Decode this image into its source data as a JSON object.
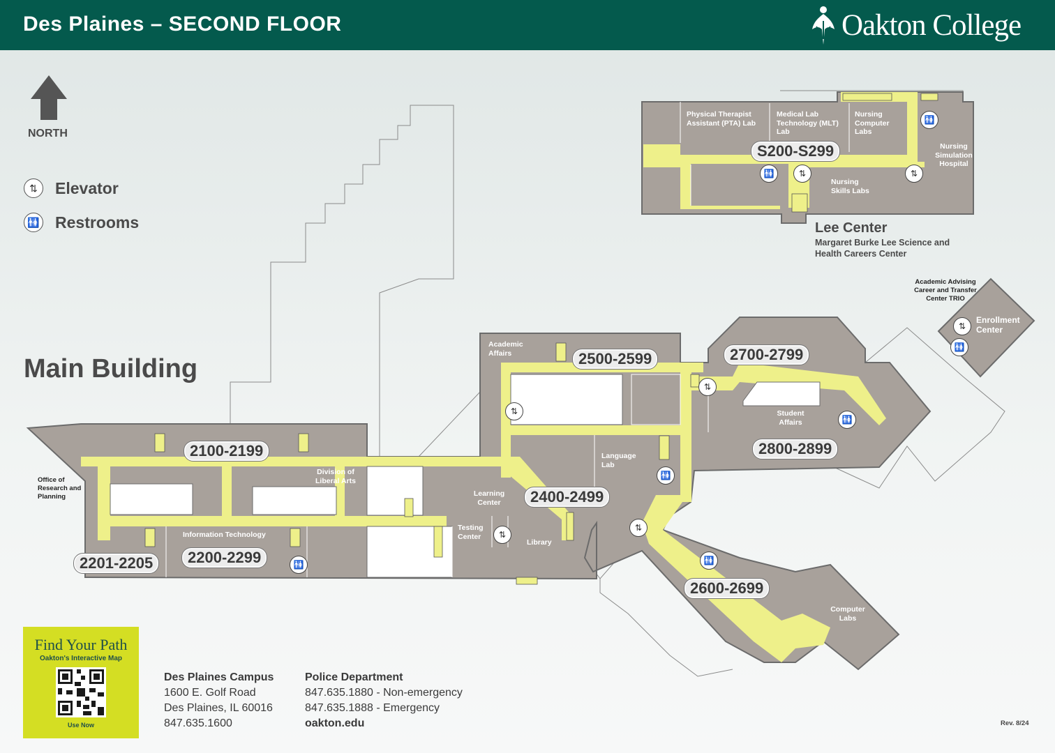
{
  "header": {
    "title": "Des Plaines – SECOND FLOOR",
    "logo_text": "Oakton College",
    "bg_color": "#045a4d"
  },
  "compass": {
    "label": "NORTH",
    "icon": "north-arrow-icon"
  },
  "legend": [
    {
      "icon": "elevator-icon",
      "label": "Elevator"
    },
    {
      "icon": "restroom-icon",
      "label": "Restrooms"
    }
  ],
  "buildings": {
    "main": "Main Building",
    "lee": {
      "title": "Lee Center",
      "subtitle": "Margaret Burke Lee Science and Health Careers Center"
    }
  },
  "room_ranges": {
    "r2100": "2100-2199",
    "r2200": "2200-2299",
    "r2201": "2201-2205",
    "r2400": "2400-2499",
    "r2500": "2500-2599",
    "r2600": "2600-2699",
    "r2700": "2700-2799",
    "r2800": "2800-2899",
    "rS200": "S200-S299"
  },
  "rooms": {
    "pta": "Physical Therapist Assistant (PTA) Lab",
    "mlt": "Medical Lab Technology (MLT) Lab",
    "nursing_computer": "Nursing Computer Labs",
    "nursing_sim": "Nursing Simulation Hospital",
    "nursing_skills": "Nursing Skills Labs",
    "academic_advising": "Academic Advising Career and Transfer Center TRIO",
    "enrollment": "Enrollment Center",
    "academic_affairs": "Academic Affairs",
    "student_affairs": "Student Affairs",
    "language_lab": "Language Lab",
    "learning_center": "Learning Center",
    "testing_center": "Testing Center",
    "library": "Library",
    "division_liberal_arts": "Division of Liberal Arts",
    "info_tech": "Information Technology",
    "office_research": "Office of Research and Planning",
    "computer_labs": "Computer Labs"
  },
  "colors": {
    "building": "#a8a19b",
    "corridor": "#eef08a",
    "outline": "#6b6b6b"
  },
  "qr": {
    "title": "Find Your Path",
    "subtitle": "Oakton's Interactive Map",
    "cta": "Use Now",
    "bg_color": "#d4de23"
  },
  "campus": {
    "name": "Des Plaines Campus",
    "address1": "1600 E. Golf Road",
    "address2": "Des Plaines, IL 60016",
    "phone": "847.635.1600"
  },
  "police": {
    "name": "Police Department",
    "line1": "847.635.1880 - Non-emergency",
    "line2": "847.635.1888 - Emergency",
    "website": "oakton.edu"
  },
  "revision": "Rev. 8/24"
}
